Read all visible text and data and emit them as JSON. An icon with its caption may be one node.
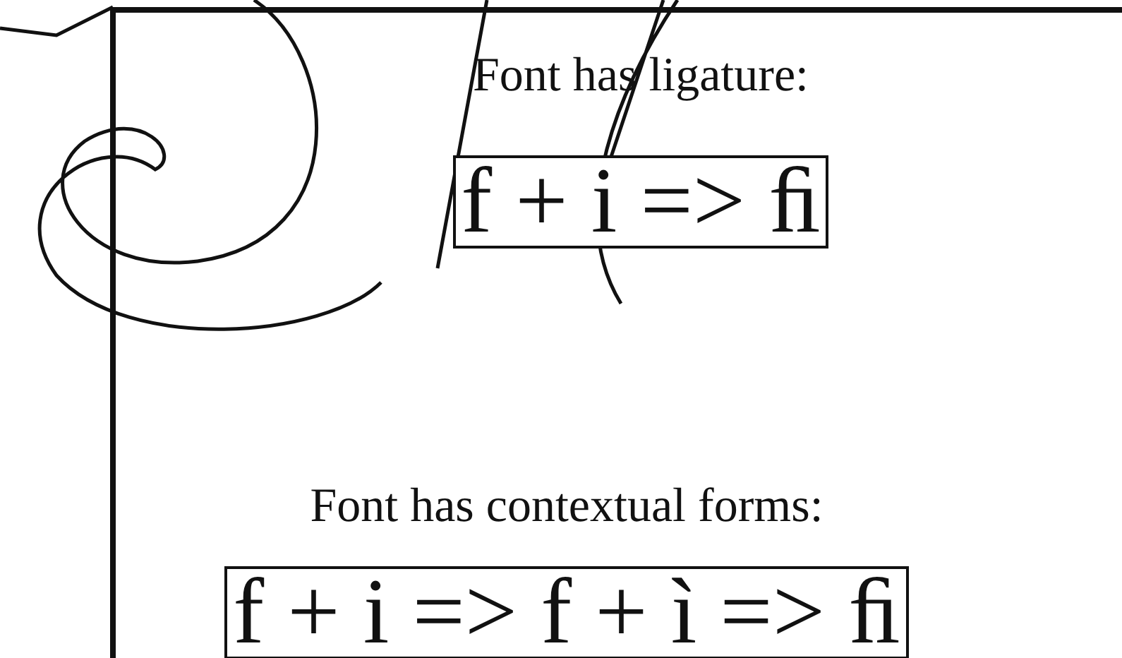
{
  "diagram": {
    "nodes": [
      {
        "text": [],
        "shape": "box"
      },
      {
        "text": [
          "Font has ligature:",
          "f + i => ﬁ"
        ],
        "in": 0
      },
      {
        "text": [
          "Font has contextual forms:",
          "f + i => f + ì => ﬁ"
        ],
        "in": 0
      }
    ]
  }
}
